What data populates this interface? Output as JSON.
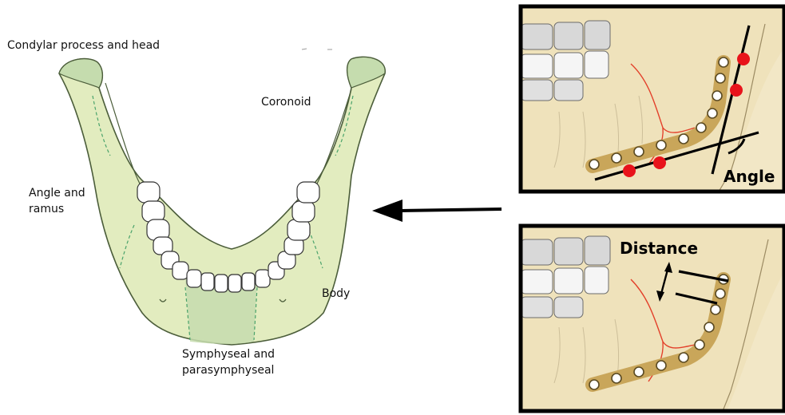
{
  "mandible_regions": {
    "condylar": "Condylar process and head",
    "coronoid": "Coronoid",
    "angle_ramus_line1": "Angle and",
    "angle_ramus_line2": "ramus",
    "body": "Body",
    "symphyseal_line1": "Symphyseal and",
    "symphyseal_line2": "parasymphyseal"
  },
  "panels": {
    "angle_label": "Angle",
    "distance_label": "Distance"
  },
  "colors": {
    "bone": "#e2ecbf",
    "bone_outline": "#4b5d3a",
    "highlight": "#c5dcae",
    "region_line": "#4aa36b",
    "plate": "#c9a65a",
    "fracture": "#e3402a",
    "marker": "#e8131b",
    "skin": "#f2e7c6"
  }
}
